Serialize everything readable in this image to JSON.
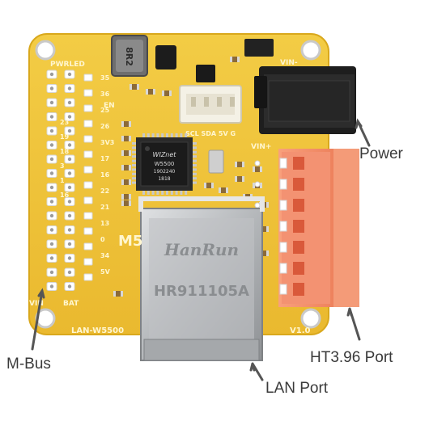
{
  "callouts": {
    "power": "Power",
    "ht_port": "HT3.96 Port",
    "lan_port": "LAN Port",
    "m_bus": "M-Bus"
  },
  "board": {
    "inductor_mark": "8R2",
    "chip_brand": "WIZnet",
    "chip_model": "W5500",
    "chip_code_1": "1902240",
    "chip_code_2": "1818",
    "jack_brand": "HanRun",
    "jack_model": "HR911105A",
    "module_name": "LAN-W5500",
    "pwr_led": "PWRLED",
    "vin_top": "VIN-",
    "vin_plus": "VIN+",
    "vin_left": "VIN",
    "bat": "BAT",
    "en": "EN",
    "v33": "3V3",
    "v5": "5V",
    "i2c_label": "SCL SDA 5V G",
    "m5": "M5",
    "version": "V1.0",
    "pins": [
      "35",
      "36",
      "25",
      "26",
      "3V3",
      "17",
      "16",
      "22",
      "21",
      "13",
      "0",
      "34",
      "5V"
    ],
    "left_pins": [
      "23",
      "19",
      "18",
      "3",
      "1",
      "16"
    ]
  },
  "colors": {
    "pcb": "#f0c53a",
    "pcb_edge": "#d9a81c",
    "terminal": "#f28660",
    "metal": "#b9bcbf"
  }
}
